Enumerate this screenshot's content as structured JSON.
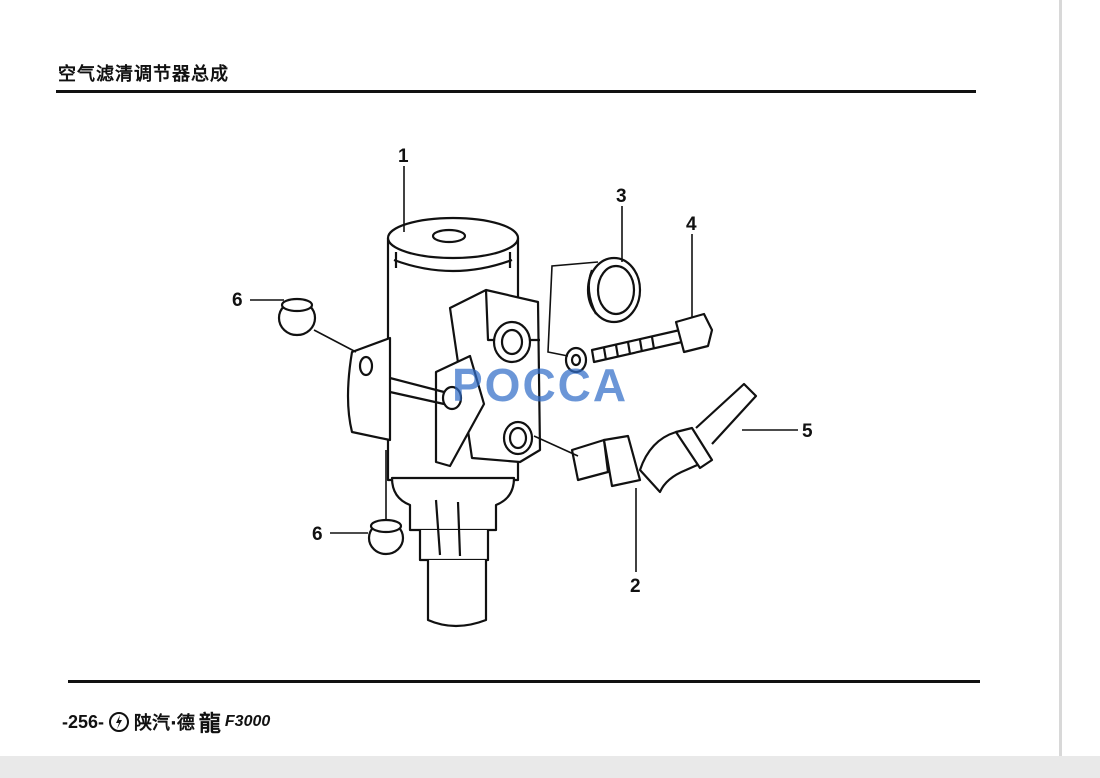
{
  "header": {
    "title": "空气滤清调节器总成"
  },
  "diagram": {
    "callouts": [
      "1",
      "2",
      "3",
      "4",
      "5",
      "6",
      "6"
    ]
  },
  "watermark": {
    "text": "POCCA",
    "color": "#3a78c8"
  },
  "footer": {
    "page_number": "-256-",
    "brand": "陕汽·德",
    "brand_char": "龍",
    "model": "F3000"
  }
}
